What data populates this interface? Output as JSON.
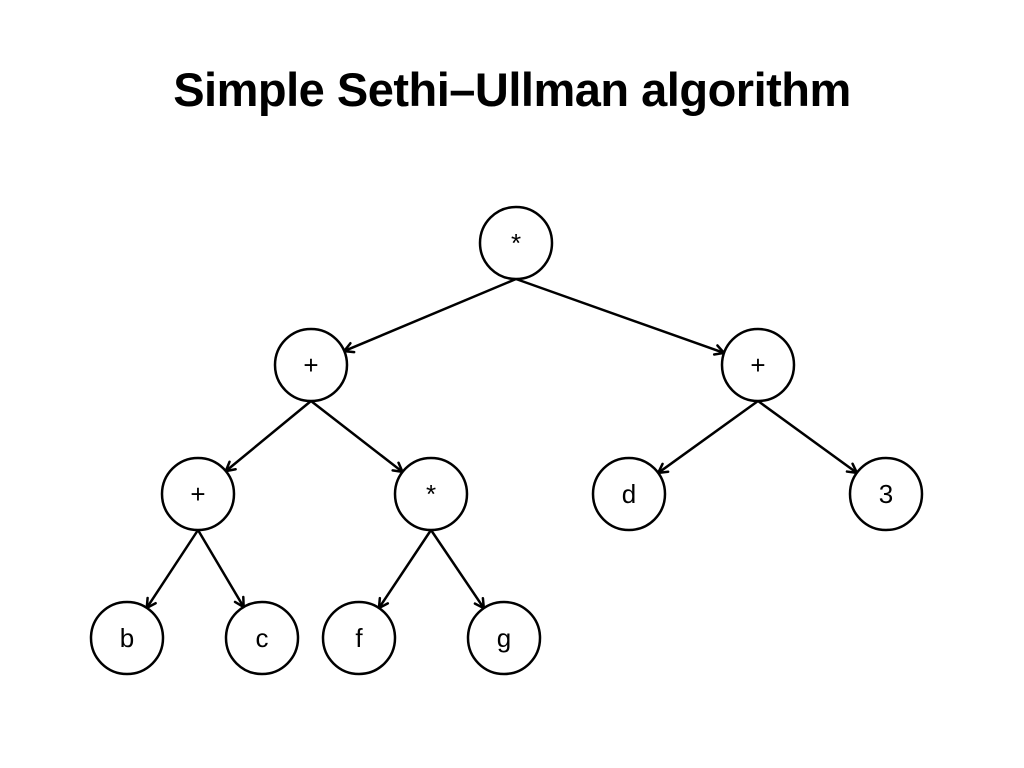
{
  "title": "Simple Sethi–Ullman algorithm",
  "tree": {
    "nodes": [
      {
        "id": "n1",
        "label": "*"
      },
      {
        "id": "n2",
        "label": "+"
      },
      {
        "id": "n3",
        "label": "+"
      },
      {
        "id": "n4",
        "label": "+"
      },
      {
        "id": "n5",
        "label": "*"
      },
      {
        "id": "n6",
        "label": "d"
      },
      {
        "id": "n7",
        "label": "3"
      },
      {
        "id": "n8",
        "label": "b"
      },
      {
        "id": "n9",
        "label": "c"
      },
      {
        "id": "n10",
        "label": "f"
      },
      {
        "id": "n11",
        "label": "g"
      }
    ],
    "edges": [
      {
        "from": "n1",
        "to": "n2"
      },
      {
        "from": "n1",
        "to": "n3"
      },
      {
        "from": "n2",
        "to": "n4"
      },
      {
        "from": "n2",
        "to": "n5"
      },
      {
        "from": "n3",
        "to": "n6"
      },
      {
        "from": "n3",
        "to": "n7"
      },
      {
        "from": "n4",
        "to": "n8"
      },
      {
        "from": "n4",
        "to": "n9"
      },
      {
        "from": "n5",
        "to": "n10"
      },
      {
        "from": "n5",
        "to": "n11"
      }
    ]
  }
}
